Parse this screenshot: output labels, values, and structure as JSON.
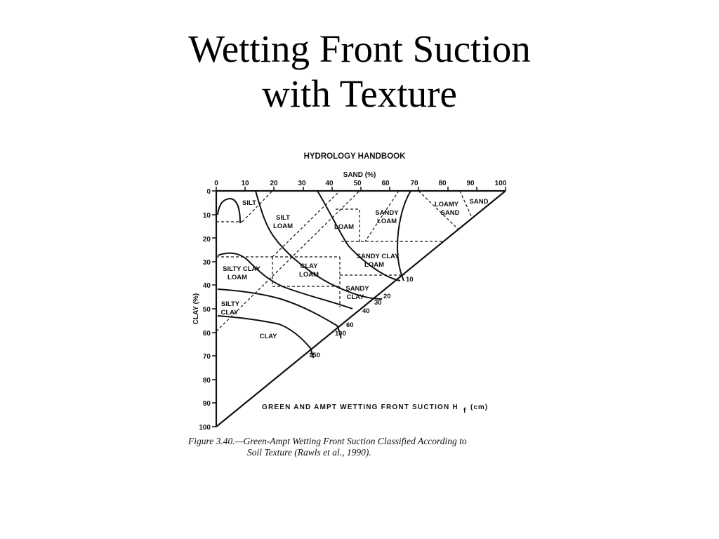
{
  "slide": {
    "title_line1": "Wetting Front Suction",
    "title_line2": "with Texture"
  },
  "figure": {
    "header": "HYDROLOGY HANDBOOK",
    "sand_axis_label": "SAND (%)",
    "clay_axis_label": "CLAY (%)",
    "sand_ticks": [
      "0",
      "10",
      "20",
      "30",
      "40",
      "50",
      "60",
      "70",
      "80",
      "90",
      "100"
    ],
    "clay_ticks": [
      "0",
      "10",
      "20",
      "30",
      "40",
      "50",
      "60",
      "70",
      "80",
      "90",
      "100"
    ],
    "regions": {
      "silt": "SILT",
      "silt_loam_1": "SILT",
      "silt_loam_2": "LOAM",
      "loam": "LOAM",
      "sandy_loam_1": "SANDY",
      "sandy_loam_2": "LOAM",
      "loamy_sand_1": "LOAMY",
      "loamy_sand_2": "SAND",
      "sand": "SAND",
      "silty_clay_loam_1": "SILTY CLAY",
      "silty_clay_loam_2": "LOAM",
      "clay_loam_1": "CLAY",
      "clay_loam_2": "LOAM",
      "sandy_clay_loam_1": "SANDY CLAY",
      "sandy_clay_loam_2": "LOAM",
      "sandy_clay_1": "SANDY",
      "sandy_clay_2": "CLAY",
      "silty_clay_1": "SILTY",
      "silty_clay_2": "CLAY",
      "clay": "CLAY"
    },
    "contour_labels": [
      "10",
      "20",
      "30",
      "40",
      "60",
      "100",
      "150"
    ],
    "suction_label_main": "GREEN AND AMPT WETTING FRONT SUCTION H",
    "suction_label_sub": "f",
    "suction_label_unit": "(cm)",
    "caption_line1": "Figure 3.40.—Green-Ampt Wetting Front Suction Classified According to",
    "caption_line2": "Soil Texture (Rawls et al., 1990)."
  }
}
